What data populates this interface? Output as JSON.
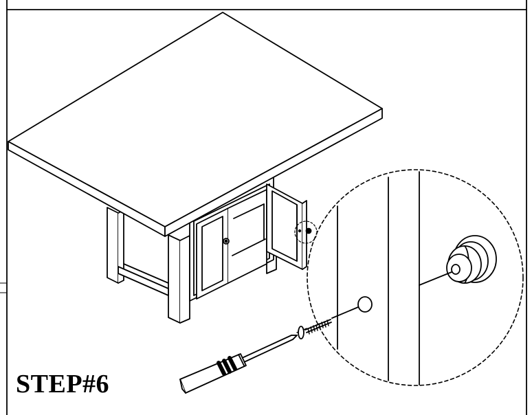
{
  "step": {
    "label": "STEP#6"
  },
  "colors": {
    "line": "#000000",
    "background": "#ffffff"
  },
  "parts": [
    "table-top",
    "cabinet-base",
    "cabinet-door",
    "door-knob",
    "screw",
    "screwdriver",
    "detail-callout"
  ]
}
